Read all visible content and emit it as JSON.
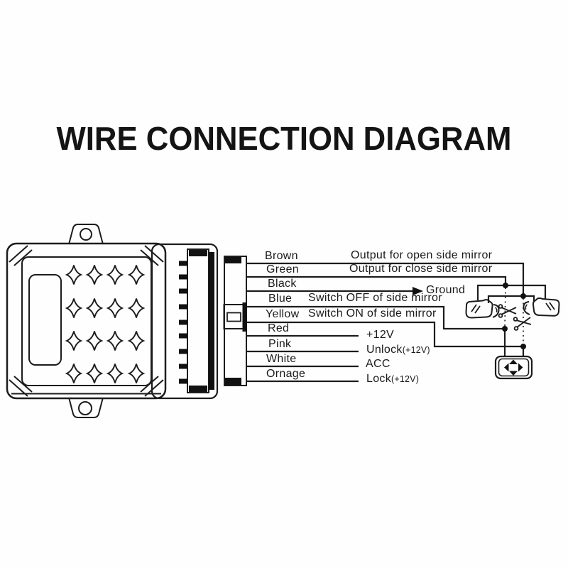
{
  "title": "WIRE CONNECTION DIAGRAM",
  "wires": [
    {
      "color_label": "Brown",
      "function": "Output for open side mirror"
    },
    {
      "color_label": "Green",
      "function": "Output for close side mirror"
    },
    {
      "color_label": "Black",
      "function": "Ground"
    },
    {
      "color_label": "Blue",
      "function": "Switch OFF of side mirror"
    },
    {
      "color_label": "Yellow",
      "function": "Switch ON of side mirror"
    },
    {
      "color_label": "Red",
      "function": "+12V"
    },
    {
      "color_label": "Pink",
      "function": "Unlock",
      "function_suffix": "(+12V)"
    },
    {
      "color_label": "White",
      "function": "ACC"
    },
    {
      "color_label": "Ornage",
      "function": "Lock",
      "function_suffix": "(+12V)"
    }
  ],
  "icons": {
    "control_module": "alarm-control-module-with-diamond-grill",
    "label_window": "blank-label-window",
    "mounting_hole": "screw-hole",
    "connector_male": "9-pin-connector-socket",
    "connector_female": "9-pin-connector-plug-with-latch",
    "ground_arrow": "right-arrow",
    "left_mirror": "car-side-mirror",
    "right_mirror": "car-side-mirror",
    "scissors": "cut-wire-scissors",
    "switch_pad": "four-way-mirror-adjust-switch"
  },
  "colors": {
    "ink": "#1c1c1c",
    "paper": "#fefefe"
  }
}
